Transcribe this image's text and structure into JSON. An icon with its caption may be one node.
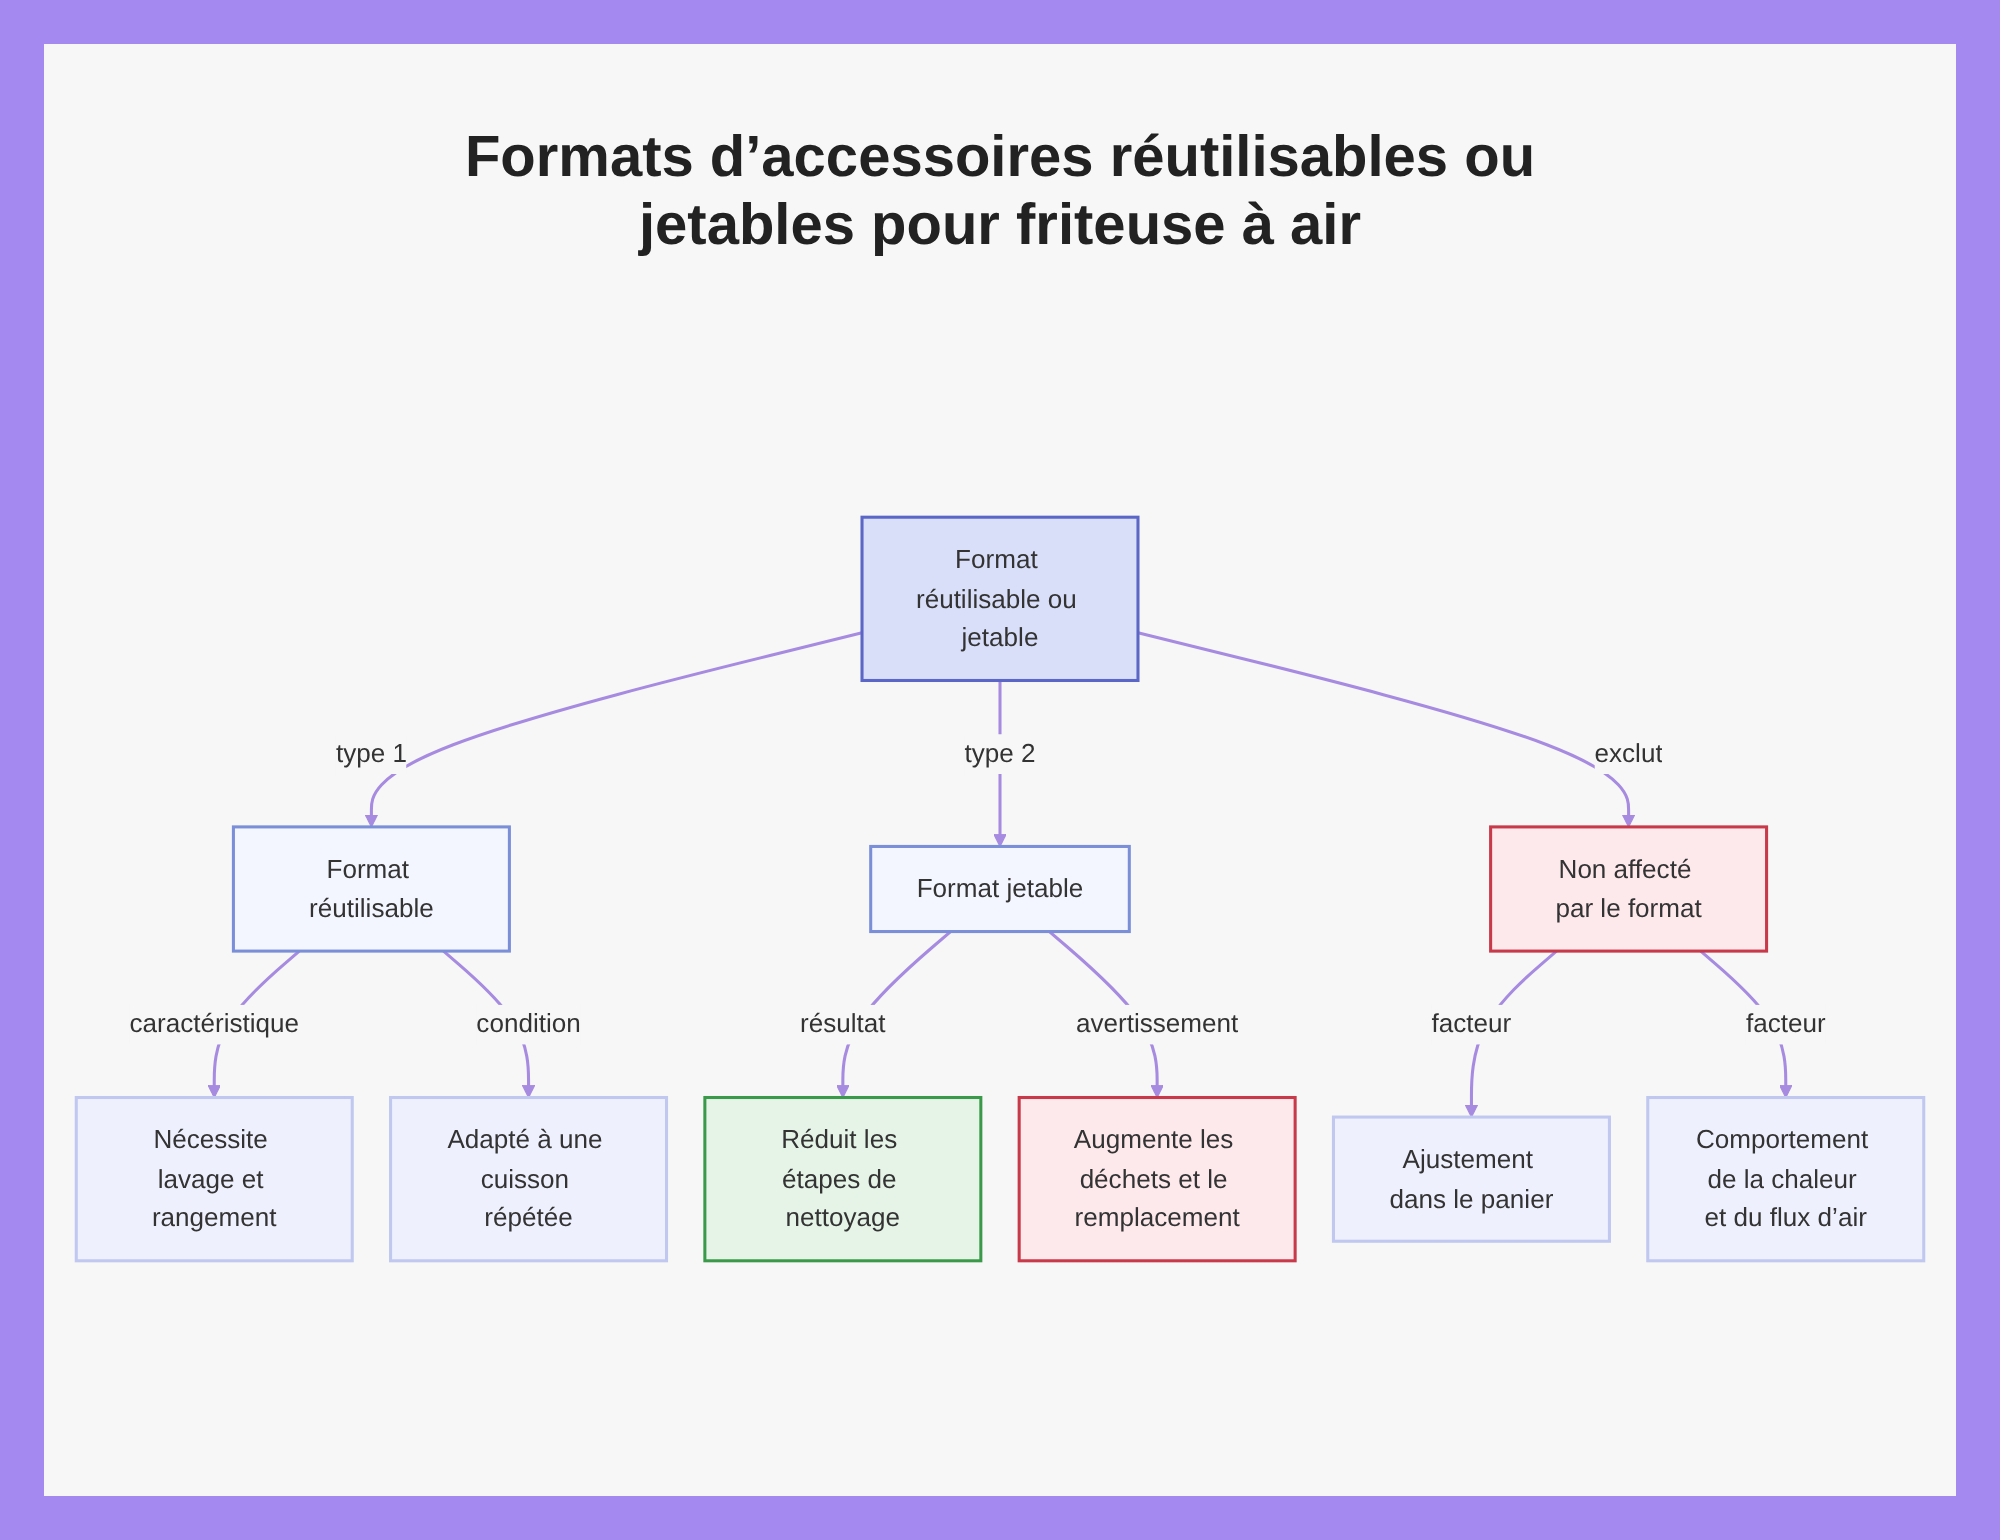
{
  "diagram": {
    "title": "Formats d’accessoires réutilisables ou jetables pour friteuse à air",
    "nodes": [
      {
        "text": [
          "Format réutilisable ou jetable"
        ]
      },
      {
        "text": [
          "Format réutilisable"
        ]
      },
      {
        "text": [
          "Format jetable"
        ]
      },
      {
        "text": [
          "Non affecté par le format"
        ]
      },
      {
        "text": [
          "Nécessite lavage et rangement"
        ]
      },
      {
        "text": [
          "Adapté à une cuisson répétée"
        ]
      },
      {
        "text": [
          "Réduit les étapes de nettoyage"
        ]
      },
      {
        "text": [
          "Augmente les déchets et le remplacement"
        ]
      },
      {
        "text": [
          "Ajustement dans le panier"
        ]
      },
      {
        "text": [
          "Comportement de la chaleur et du flux d’air"
        ]
      }
    ],
    "edges": [
      {
        "from": 0,
        "to": 1,
        "arrow": "to",
        "label": "type 1"
      },
      {
        "from": 0,
        "to": 2,
        "arrow": "to",
        "label": "type 2"
      },
      {
        "from": 0,
        "to": 3,
        "arrow": "to",
        "label": "exclut"
      },
      {
        "from": 1,
        "to": 4,
        "arrow": "to",
        "label": "caractéristique"
      },
      {
        "from": 1,
        "to": 5,
        "arrow": "to",
        "label": "condition"
      },
      {
        "from": 2,
        "to": 6,
        "arrow": "to",
        "label": "résultat"
      },
      {
        "from": 2,
        "to": 7,
        "arrow": "to",
        "label": "avertissement"
      },
      {
        "from": 3,
        "to": 8,
        "arrow": "to",
        "label": "facteur"
      },
      {
        "from": 3,
        "to": 9,
        "arrow": "to",
        "label": "facteur"
      }
    ]
  }
}
